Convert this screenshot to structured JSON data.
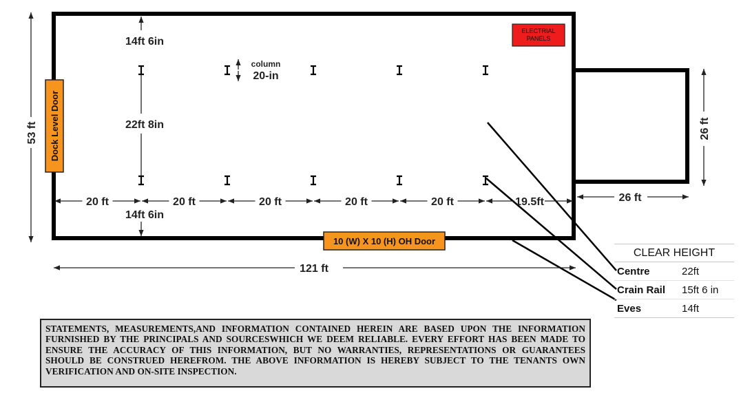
{
  "labels": {
    "dim_top_14ft": "14ft 6in",
    "dim_mid_22ft": "22ft 8in",
    "dim_bottom_14ft": "14ft 6in",
    "column_word": "column",
    "column_size": "20-in",
    "electrical_panels": "ELECTRIAL\nPANELS",
    "dock_door": "Dock Level Door",
    "oh_door": "10 (W) X 10 (H) OH Door",
    "height_53": "53 ft",
    "height_26": "26 ft",
    "annex_width": "26 ft",
    "total_length": "121 ft",
    "bays": [
      "20 ft",
      "20 ft",
      "20 ft",
      "20 ft",
      "20 ft",
      "19.5ft"
    ]
  },
  "clear_height": {
    "title": "CLEAR HEIGHT",
    "rows": [
      {
        "label": "Centre",
        "value": "22ft"
      },
      {
        "label": "Crain Rail",
        "value": "15ft 6 in"
      },
      {
        "label": "Eves",
        "value": "14ft"
      }
    ]
  },
  "disclaimer": "STATEMENTS, MEASUREMENTS,AND INFORMATION CONTAINED HEREIN ARE BASED UPON THE INFORMATION FURNISHED BY THE PRINCIPALS AND SOURCESWHICH WE DEEM RELIABLE. EVERY EFFORT HAS BEEN MADE TO ENSURE THE ACCURACY OF THIS INFORMATION, BUT NO WARRANTIES, REPRESENTATIONS OR GUARANTEES SHOULD BE CONSTRUED HEREFROM. THE ABOVE INFORMATION IS HEREBY SUBJECT TO THE TENANTS OWN VERIFICATION AND ON-SITE INSPECTION.",
  "colors": {
    "door_orange": "#f7941d",
    "panel_red": "#ee1c1c",
    "wall": "#000000",
    "disclaimer_bg": "#d9d9d9"
  }
}
